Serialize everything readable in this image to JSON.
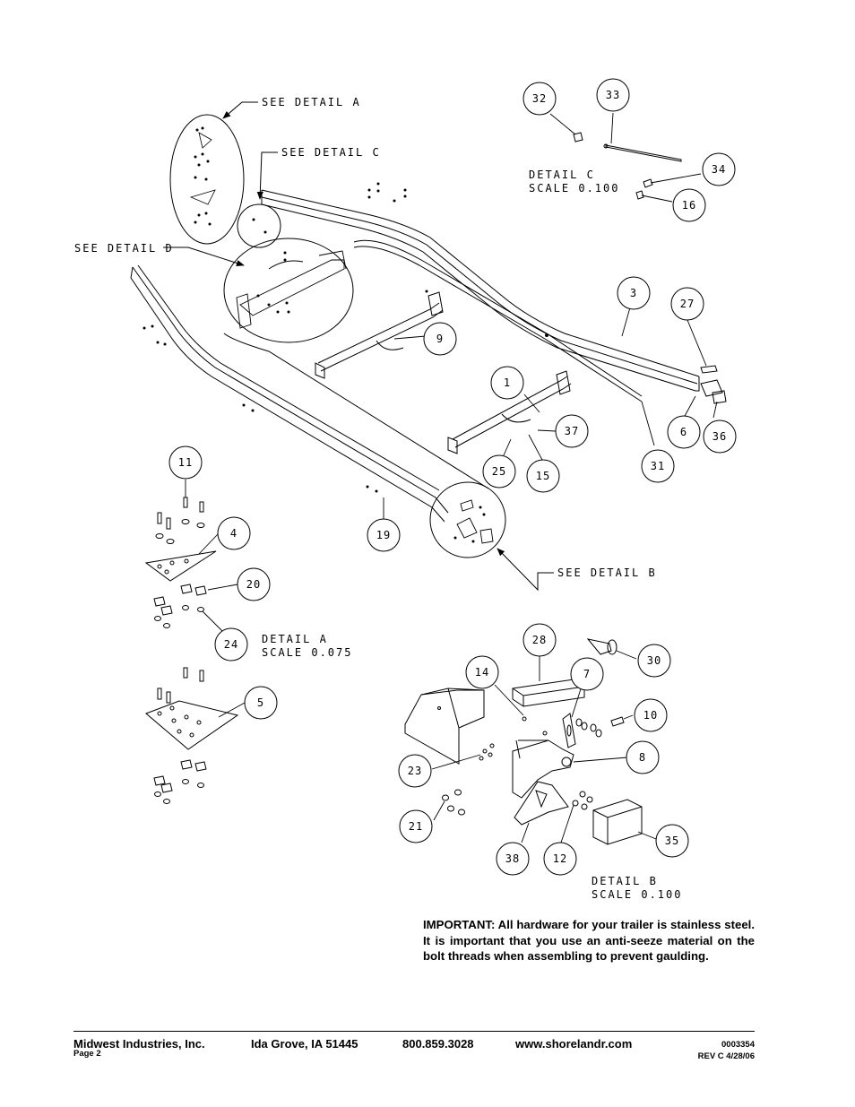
{
  "detail_labels": {
    "see_a": "SEE DETAIL A",
    "see_b": "SEE DETAIL B",
    "see_c": "SEE DETAIL C",
    "see_d": "SEE DETAIL D"
  },
  "detail_a": {
    "title": "DETAIL A",
    "scale": "SCALE 0.075"
  },
  "detail_b": {
    "title": "DETAIL B",
    "scale": "SCALE 0.100"
  },
  "detail_c": {
    "title": "DETAIL C",
    "scale": "SCALE 0.100"
  },
  "balloons": [
    "32",
    "33",
    "34",
    "16",
    "3",
    "27",
    "9",
    "1",
    "37",
    "25",
    "15",
    "31",
    "6",
    "36",
    "11",
    "4",
    "20",
    "24",
    "19",
    "5",
    "28",
    "30",
    "14",
    "7",
    "10",
    "8",
    "23",
    "21",
    "38",
    "12",
    "35"
  ],
  "note": "IMPORTANT: All hardware for your trailer is stainless steel. It is important that you use an anti-seeze material on the bolt threads when assembling to prevent gaulding.",
  "footer": {
    "company": "Midwest Industries, Inc.",
    "city": "Ida Grove, IA  51445",
    "phone": "800.859.3028",
    "web": "www.shorelandr.com",
    "page": "Page 2",
    "doc_number": "0003354",
    "revision": "REV C  4/28/06"
  }
}
